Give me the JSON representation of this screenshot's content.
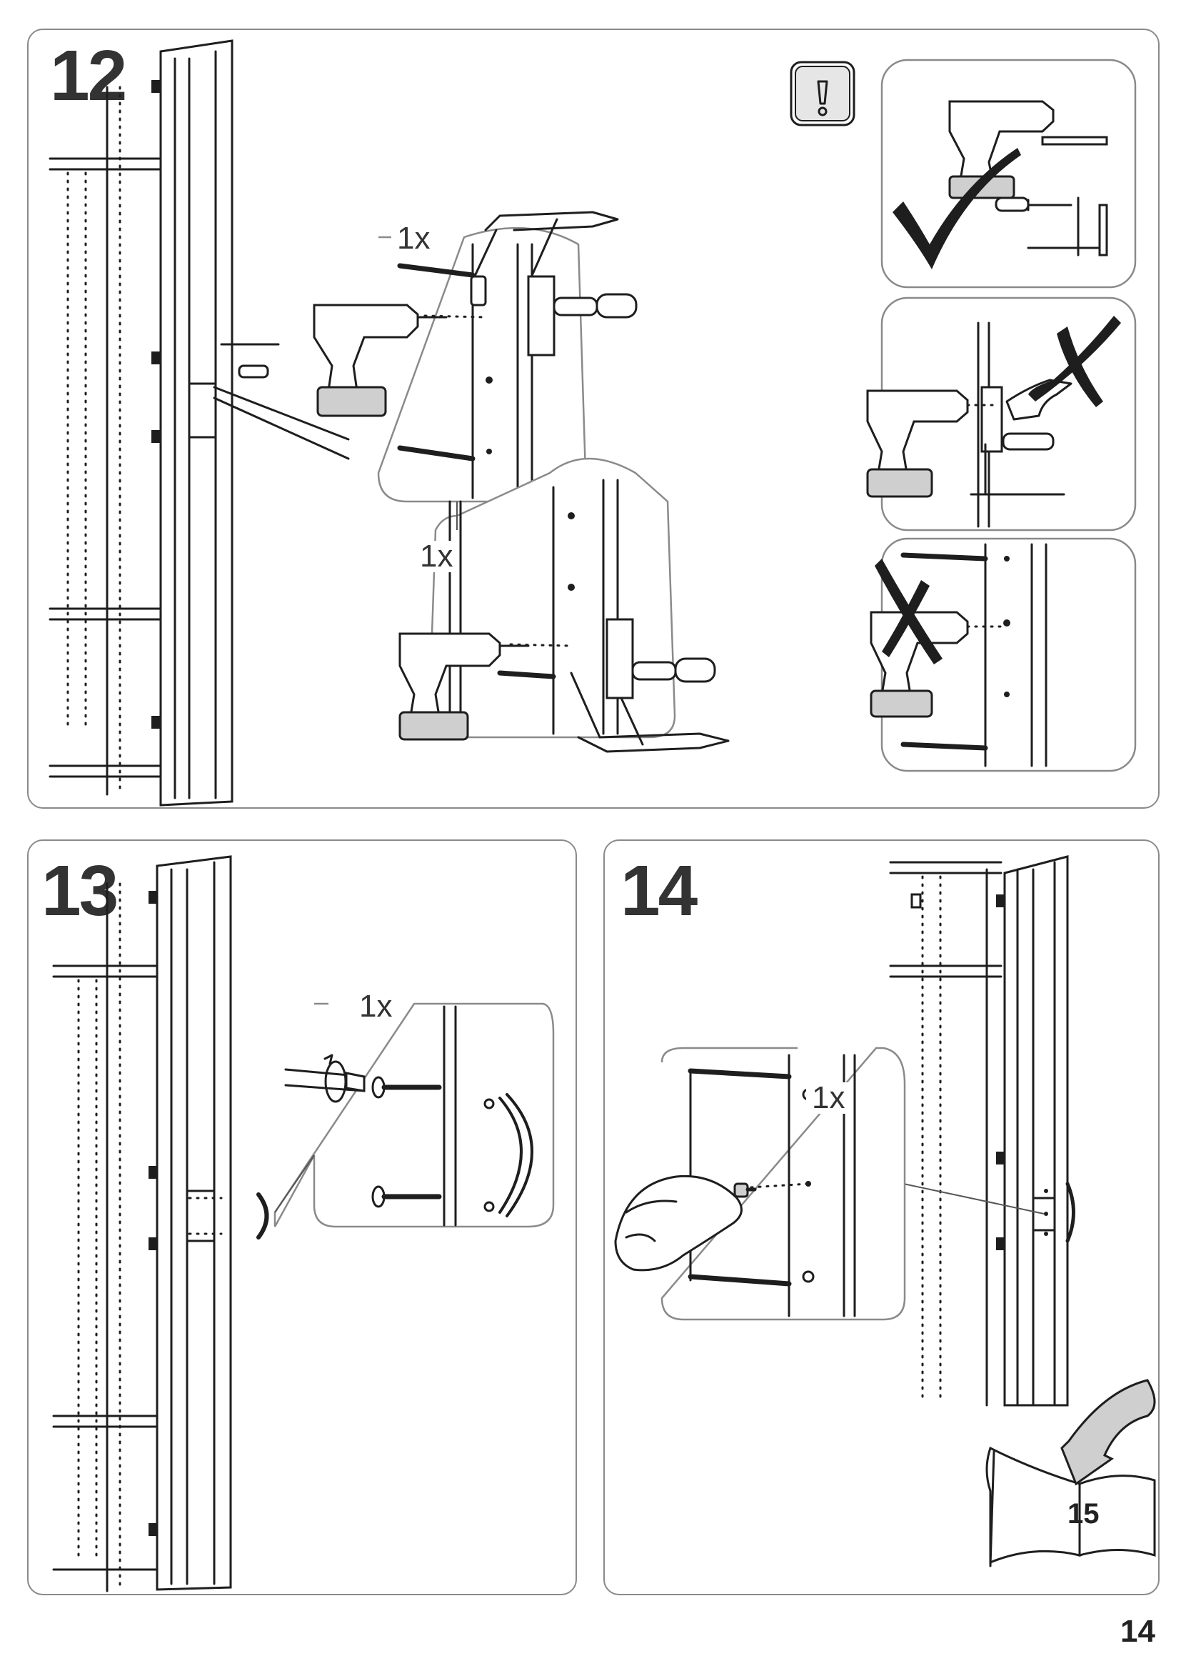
{
  "page_number": "14",
  "next_page_number": "15",
  "steps": [
    {
      "number": "12",
      "quantity_labels": [
        "1x",
        "1x"
      ],
      "icons": [
        "warning-icon",
        "drill-icon",
        "clamp-icon",
        "check-mark-icon",
        "cross-mark-icon"
      ]
    },
    {
      "number": "13",
      "quantity_labels": [
        "1x"
      ],
      "icons": [
        "screwdriver-icon",
        "screw-icon",
        "handle-icon"
      ]
    },
    {
      "number": "14",
      "quantity_labels": [
        "1x"
      ],
      "icons": [
        "finger-icon",
        "cap-icon",
        "turn-page-icon"
      ]
    }
  ]
}
